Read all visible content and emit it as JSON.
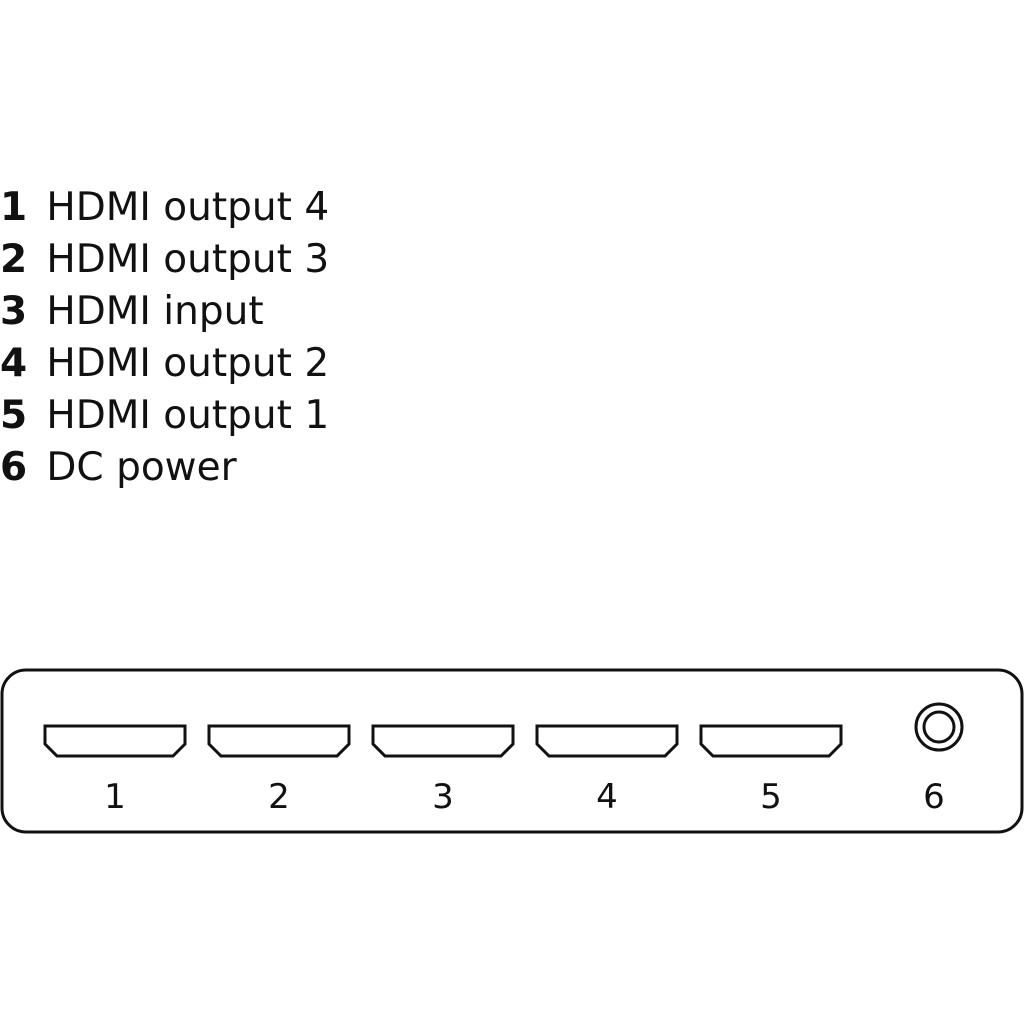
{
  "legend": [
    {
      "number": "1",
      "label": "HDMI output 4"
    },
    {
      "number": "2",
      "label": "HDMI output 3"
    },
    {
      "number": "3",
      "label": "HDMI input"
    },
    {
      "number": "4",
      "label": "HDMI output 2"
    },
    {
      "number": "5",
      "label": "HDMI output 1"
    },
    {
      "number": "6",
      "label": "DC power"
    }
  ],
  "ports": [
    {
      "number": "1",
      "type": "hdmi"
    },
    {
      "number": "2",
      "type": "hdmi"
    },
    {
      "number": "3",
      "type": "hdmi"
    },
    {
      "number": "4",
      "type": "hdmi"
    },
    {
      "number": "5",
      "type": "hdmi"
    },
    {
      "number": "6",
      "type": "dc-jack"
    }
  ],
  "colors": {
    "stroke": "#111111",
    "background": "#ffffff"
  }
}
